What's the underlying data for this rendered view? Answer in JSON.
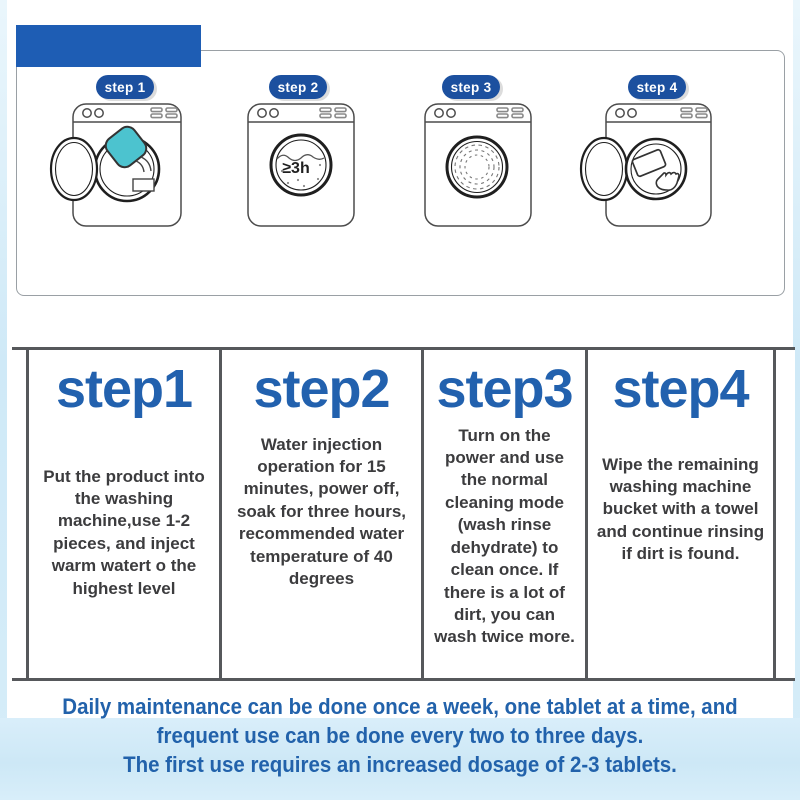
{
  "hero": {
    "badges": [
      "step 1",
      "step 2",
      "step 3",
      "step 4"
    ],
    "soak_label": "≥3h"
  },
  "table": {
    "columns": [
      {
        "title": "step1",
        "body": "Put the product into the washing machine,use 1-2 pieces, and inject warm watert o the highest level"
      },
      {
        "title": "step2",
        "body": "Water injection operation for 15 minutes, power off, soak for three hours, recommended water temperature of 40 degrees"
      },
      {
        "title": "step3",
        "body": "Turn on the power and use the normal cleaning mode (wash rinse dehydrate) to clean once. If there is a lot of dirt, you can wash twice more."
      },
      {
        "title": "step4",
        "body": "Wipe the remaining washing machine bucket with a towel and continue rinsing if dirt is found."
      }
    ]
  },
  "footer": {
    "lines": [
      "Daily maintenance can be done once a week, one tablet at a time, and",
      "frequent use can be done every two to three days.",
      "The first use requires an increased dosage of 2-3 tablets."
    ]
  },
  "colors": {
    "brand_blue": "#1e5db4",
    "badge_blue": "#1c509f",
    "heading_blue": "#2261ae",
    "footer_blue": "#2262ab",
    "body_text": "#3c3c3e",
    "table_border": "#56585b",
    "panel_border": "#9aa0a5",
    "tablet_teal": "#4cc3cf",
    "page_tint": "#d9eefa"
  }
}
